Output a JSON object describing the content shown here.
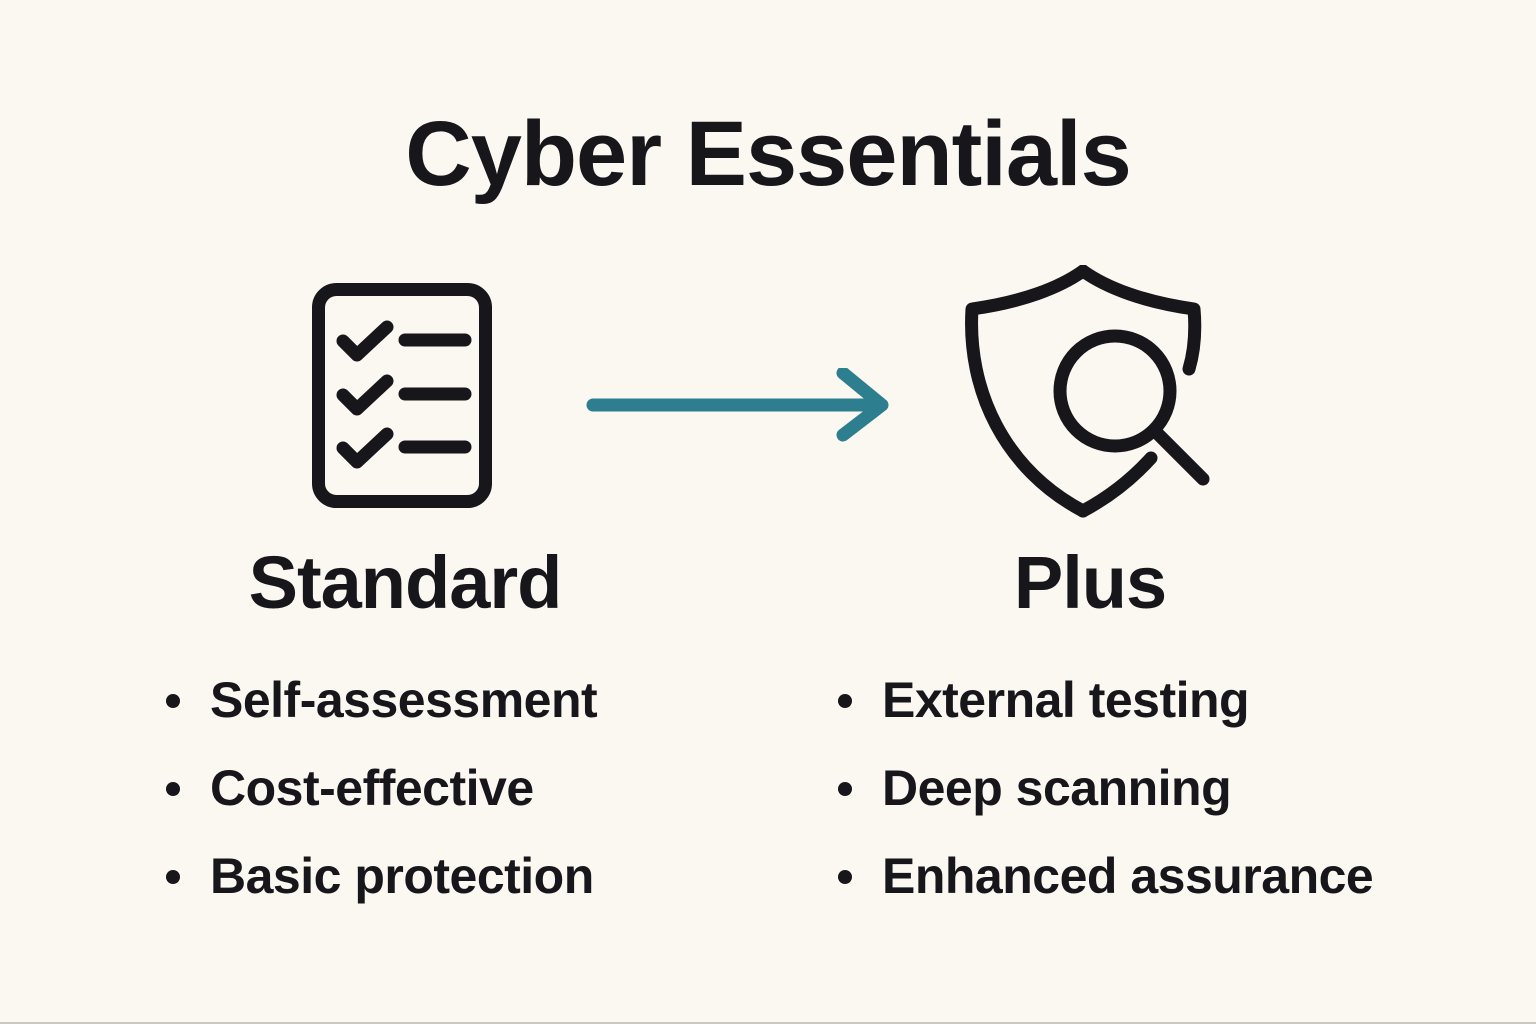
{
  "title": "Cyber Essentials",
  "columns": {
    "standard": {
      "heading": "Standard",
      "icon": "checklist-icon",
      "items": [
        "Self-assessment",
        "Cost-effective",
        "Basic protection"
      ]
    },
    "plus": {
      "heading": "Plus",
      "icon": "shield-magnifier-icon",
      "items": [
        "External testing",
        "Deep scanning",
        "Enhanced assurance"
      ]
    }
  },
  "arrow": {
    "icon": "arrow-right-icon",
    "direction": "right"
  },
  "colors": {
    "bg": "#faf8f1",
    "ink": "#16161b",
    "accent": "#2d7e8e"
  }
}
